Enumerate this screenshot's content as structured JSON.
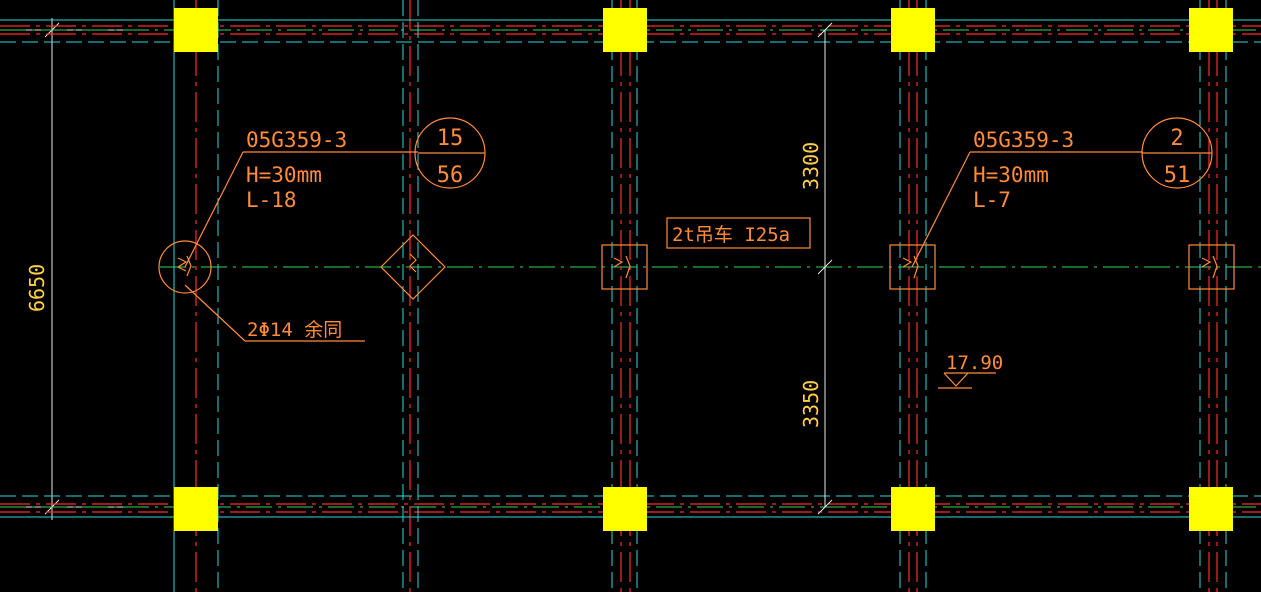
{
  "colors": {
    "background": "#000000",
    "axis_green": "#2fd35a",
    "axis_red": "#ff2a2a",
    "beam_cyan": "#2fd8d8",
    "annotation_orange": "#ff8c3a",
    "dimension_yellow": "#ffd24a",
    "column_yellow": "#ffff00",
    "dim_white": "#e6e6e6"
  },
  "dimensions": {
    "overall": "6650",
    "upper": "3300",
    "lower": "3350"
  },
  "callouts": {
    "left": {
      "line1": "05G359-3",
      "line2": "H=30mm",
      "line3": "L-18",
      "bubble_top": "15",
      "bubble_bottom": "56"
    },
    "right": {
      "line1": "05G359-3",
      "line2": "H=30mm",
      "line3": "L-7",
      "bubble_top": "2",
      "bubble_bottom": "51"
    }
  },
  "labels": {
    "crane_beam": "2t吊车 I25a",
    "rebar_note": "2Φ14 余同",
    "elevation": "17.90"
  }
}
